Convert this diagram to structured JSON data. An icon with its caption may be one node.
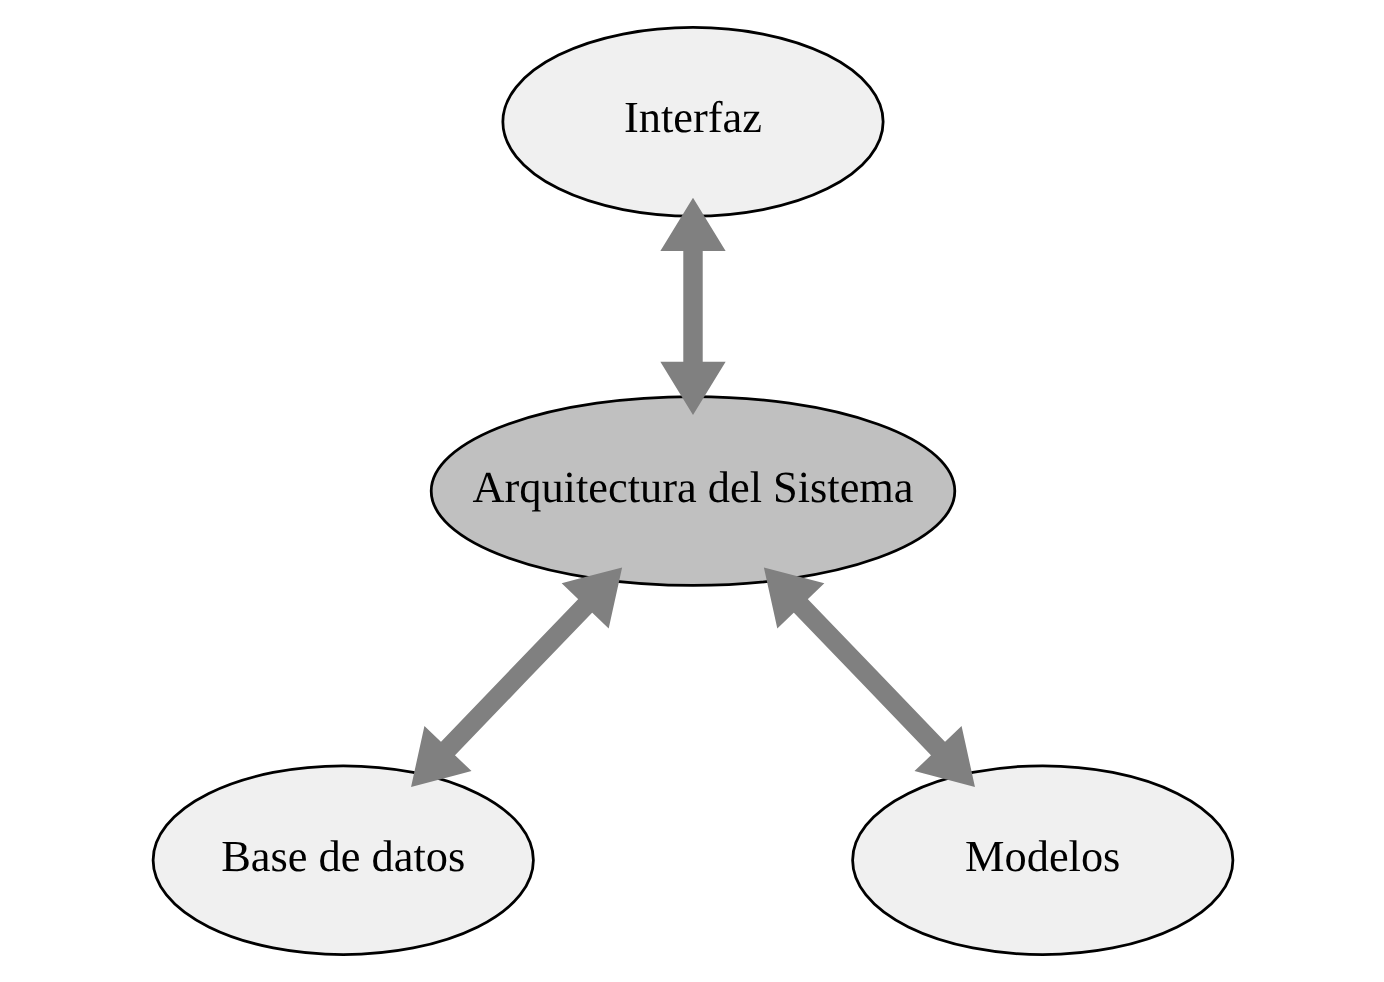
{
  "diagram": {
    "nodes": [
      {
        "text": [
          "Interfaz"
        ]
      },
      {
        "text": [
          "Arquitectura del Sistema"
        ]
      },
      {
        "text": [
          "Base de datos"
        ]
      },
      {
        "text": [
          "Modelos"
        ]
      }
    ],
    "edges": [
      {
        "from": 0,
        "to": 1,
        "arrow": "both"
      },
      {
        "from": 1,
        "to": 2,
        "arrow": "both"
      },
      {
        "from": 1,
        "to": 3,
        "arrow": "both"
      }
    ]
  }
}
